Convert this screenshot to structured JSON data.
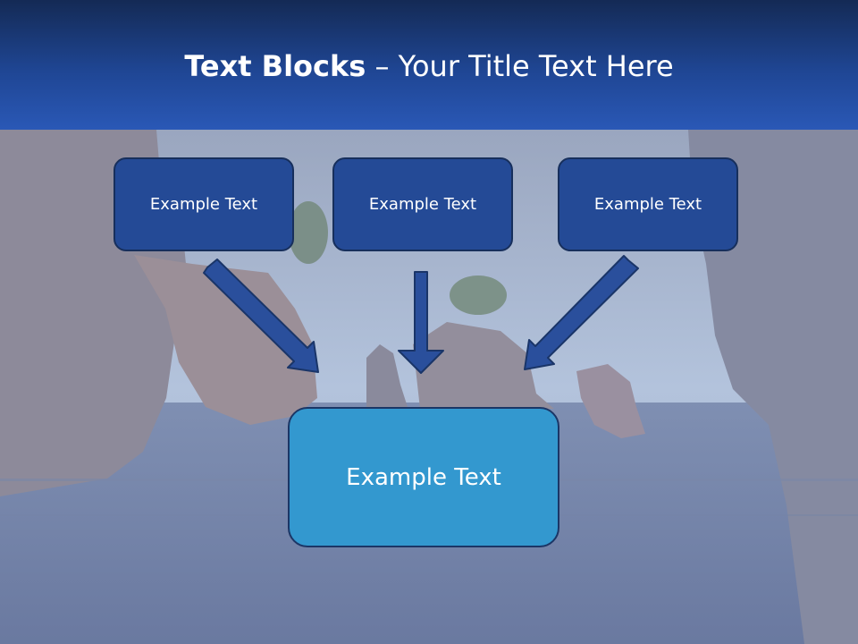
{
  "slide": {
    "title_bold": "Text Blocks",
    "title_rest": " – Your Title Text Here"
  },
  "blocks": [
    {
      "label": "Example Text"
    },
    {
      "label": "Example Text"
    },
    {
      "label": "Example Text"
    }
  ],
  "main_block": {
    "label": "Example Text"
  },
  "colors": {
    "header_top": "#142a55",
    "header_bottom": "#2a58b6",
    "block_fill": "#244a96",
    "main_block_fill": "#3398cf",
    "arrow_fill": "#2a4f9c"
  }
}
